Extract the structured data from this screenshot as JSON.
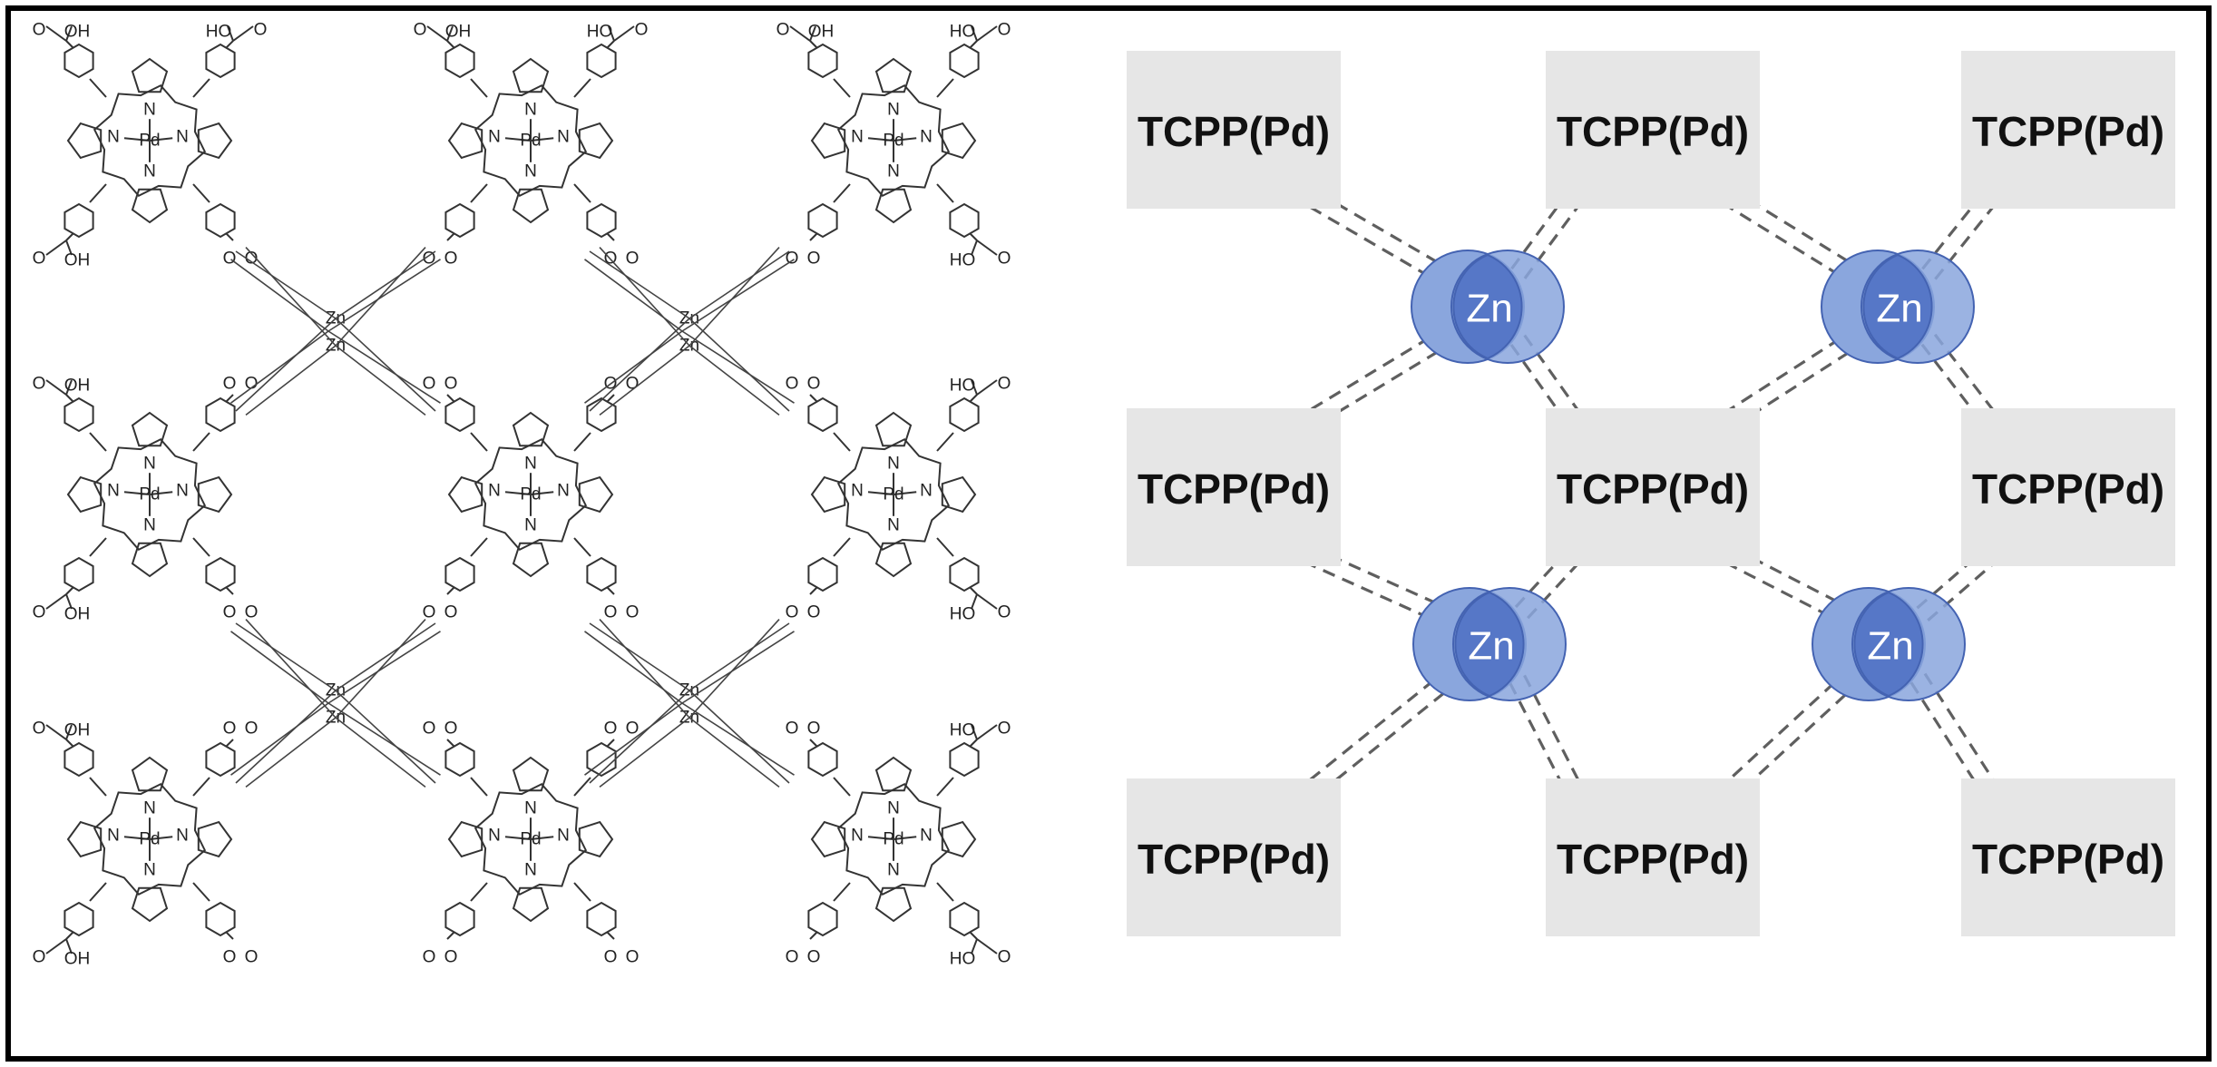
{
  "figure": {
    "left_panel": {
      "node_metal_label": "Pd",
      "pyrrole_n_label": "N",
      "cluster_metal_label": "Zn",
      "oxygen_label": "O",
      "acid_group_label": "OH",
      "acid_group_prefix_label": "HO"
    },
    "right_panel": {
      "node_label": "TCPP(Pd)",
      "cluster_label": "Zn",
      "node_fill": "#e6e6e6",
      "cluster_fill": "#8aa6dd",
      "cluster_core_fill": "#5677c7",
      "cluster_stroke": "#4463b2",
      "link_color": "#5f5f5f"
    },
    "frame_color": "#000000"
  }
}
